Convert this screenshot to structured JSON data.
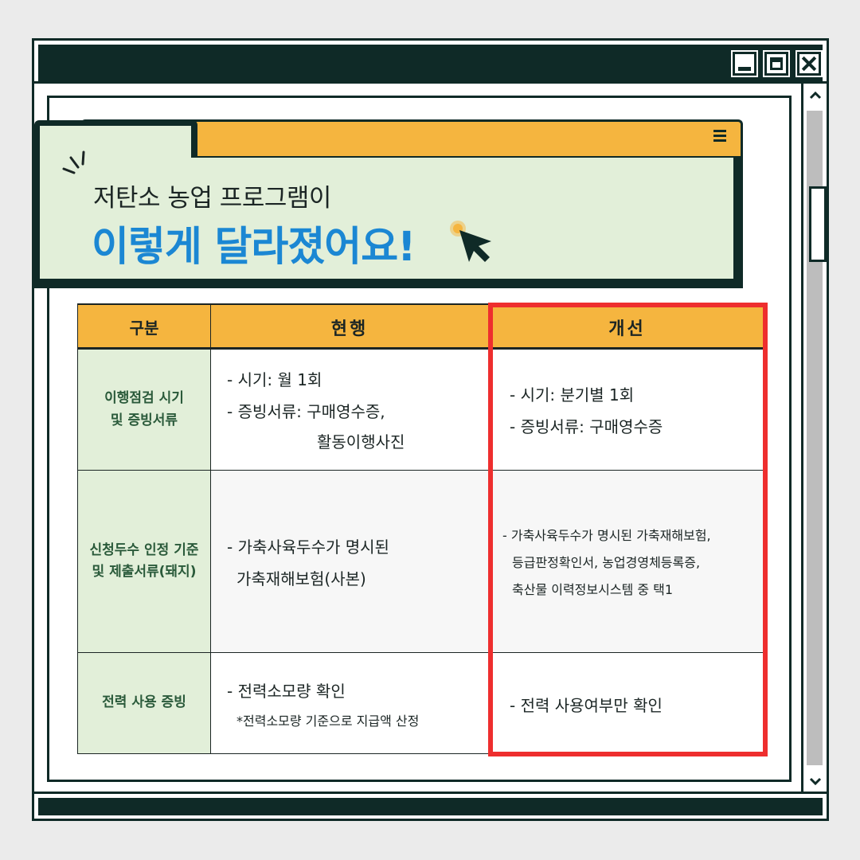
{
  "window": {
    "controls": [
      "minimize",
      "maximize",
      "close"
    ]
  },
  "header": {
    "line1": "저탄소 농업 프로그램이",
    "line2": "이렇게 달라졌어요!",
    "accent_color": "#1b87d3",
    "tab_color": "#f5b53f",
    "panel_color": "#e2efd9"
  },
  "table": {
    "headers": [
      "구분",
      "현행",
      "개선"
    ],
    "rows": [
      {
        "category": [
          "이행점검 시기",
          "및 증빙서류"
        ],
        "current": [
          "- 시기: 월 1회",
          "- 증빙서류: 구매영수증,",
          "활동이행사진"
        ],
        "improved": [
          "- 시기: 분기별 1회",
          "- 증빙서류: 구매영수증"
        ]
      },
      {
        "category": [
          "신청두수 인정 기준",
          "및 제출서류(돼지)"
        ],
        "current": [
          "- 가축사육두수가 명시된",
          "가축재해보험(사본)"
        ],
        "improved": [
          "- 가축사육두수가 명시된 가축재해보험,",
          "등급판정확인서, 농업경영체등록증,",
          "축산물 이력정보시스템 중 택1"
        ]
      },
      {
        "category": [
          "전력 사용 증빙"
        ],
        "current": [
          "- 전력소모량 확인",
          "*전력소모량 기준으로 지급액 산정"
        ],
        "improved": [
          "- 전력 사용여부만 확인"
        ]
      }
    ],
    "highlight_color": "#ee2e2e"
  }
}
